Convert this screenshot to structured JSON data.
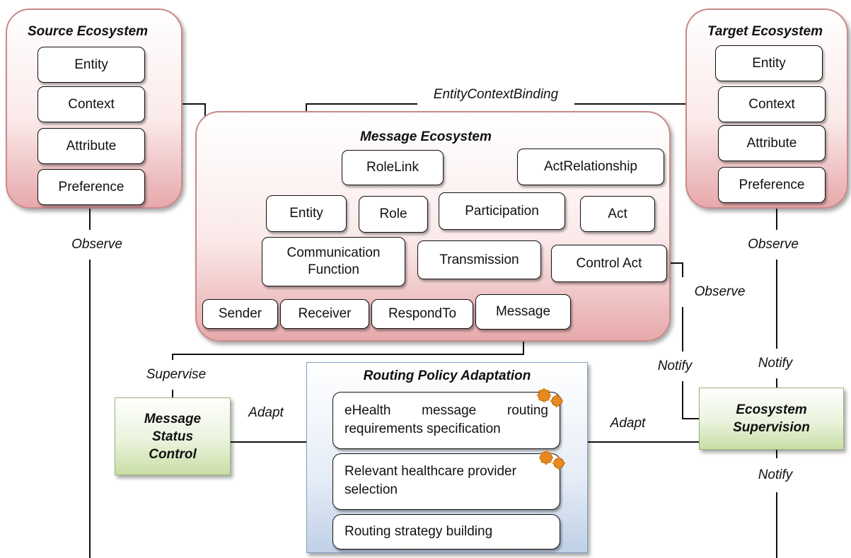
{
  "source": {
    "title": "Source Ecosystem",
    "items": [
      "Entity",
      "Context",
      "Attribute",
      "Preference"
    ]
  },
  "target": {
    "title": "Target Ecosystem",
    "items": [
      "Entity",
      "Context",
      "Attribute",
      "Preference"
    ]
  },
  "message": {
    "title": "Message Ecosystem",
    "rolelink": "RoleLink",
    "actrelationship": "ActRelationship",
    "entity": "Entity",
    "role": "Role",
    "participation": "Participation",
    "act": "Act",
    "communication_function": "Communication Function",
    "transmission": "Transmission",
    "control_act": "Control Act",
    "sender": "Sender",
    "receiver": "Receiver",
    "respondto": "RespondTo",
    "message": "Message"
  },
  "labels": {
    "entity_context_binding": "EntityContextBinding",
    "observe_left": "Observe",
    "observe_right": "Observe",
    "observe_mid": "Observe",
    "supervise": "Supervise",
    "adapt_left": "Adapt",
    "adapt_right": "Adapt",
    "notify_mid": "Notify",
    "notify_right": "Notify",
    "notify_bottom": "Notify"
  },
  "message_status_control": "Message\nStatus\nControl",
  "ecosystem_supervision": "Ecosystem\nSupervision",
  "routing": {
    "title": "Routing Policy Adaptation",
    "items": [
      "eHealth message routing requirements specification",
      "Relevant healthcare provider selection",
      "Routing strategy building"
    ]
  },
  "colors": {
    "ecosystem_fill": "#e7a9ab",
    "supervision_fill": "#c9dea6",
    "routing_fill": "#bfd0e6",
    "gear_fill": "#e8891e"
  },
  "icons": [
    "gears-icon"
  ]
}
